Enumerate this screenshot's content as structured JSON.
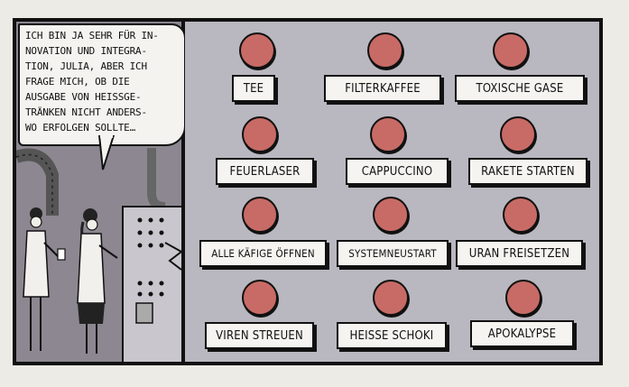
{
  "speech_bubble": {
    "line1": "ICH BIN JA SEHR FÜR IN-",
    "line2": "NOVATION UND INTEGRA-",
    "line3": "TION, JULIA, ABER ICH",
    "line4": "FRAGE MICH, OB DIE",
    "line5": "AUSGABE VON HEISSGE-",
    "line6": "TRÄNKEN NICHT ANDERS-",
    "line7": "WO ERFOLGEN SOLLTE…"
  },
  "buttons": [
    {
      "label": "TEE"
    },
    {
      "label": "FILTERKAFFEE"
    },
    {
      "label": "TOXISCHE GASE"
    },
    {
      "label": "FEUERLASER"
    },
    {
      "label": "CAPPUCCINO"
    },
    {
      "label": "RAKETE STARTEN"
    },
    {
      "label": "ALLE KÄFIGE ÖFFNEN"
    },
    {
      "label": "SYSTEMNEUSTART"
    },
    {
      "label": "URAN FREISETZEN"
    },
    {
      "label": "VIREN STREUEN"
    },
    {
      "label": "HEISSE SCHOKI"
    },
    {
      "label": "APOKALYPSE"
    }
  ],
  "colors": {
    "button_red": "#c86b66",
    "panel_grey": "#b9b7bf",
    "left_panel": "#8c8790"
  }
}
